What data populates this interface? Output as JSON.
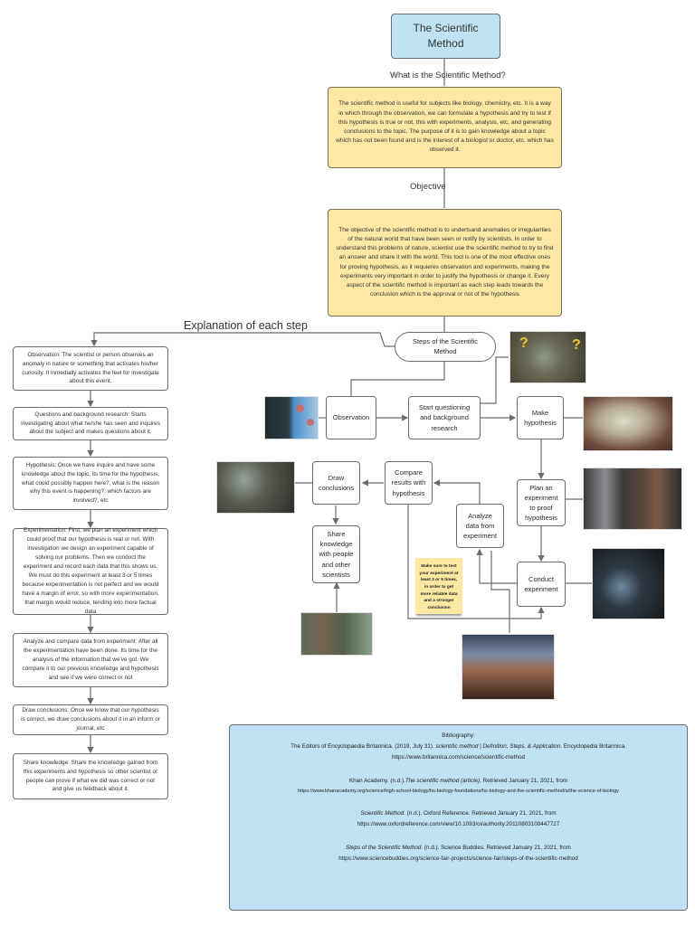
{
  "title": "The Scientific Method",
  "labels": {
    "what_is": "What is the Scientific Method?",
    "objective": "Objective",
    "explanation": "Explanation of each step"
  },
  "definition_text": "The scientific method is useful for subjects like biology, chemistry, etc. It is a way in which through the observation, we can formulate a hypothesis and try to test if this hypothesis is true or not, this with experiments, analysis, etc, and generating conclusions to the topic. The purpose of it is to gain knowledge about a topic which has not been found and is the interest of a biologist or doctor, etc. which has observed it.",
  "objective_text": "The objective of the scientific method is to undertsand anomalies or irregularities of the natural world that have been seen or notify by scientists. In order to understand this problems of nature, scientist use the scientific method to try to find an answer and share it with the world. This tool is one of the most effective ones for proving hypothesis, as it requieres observation and experiments, making the experiments very important in order to justify the hypothesis or change it. Every aspect of the scientific method is important as each step leads towards the conclusion which is the approval or not of the hypothesis",
  "steps_node": "Steps of the Scientific Method",
  "explanations": [
    "Observation: The scientist or person observes an anomaly in nature or something that activates his/her curiosity. It inmedially activates the feel for investigate about this event.",
    "Questions and background research: Starts investigating about what he/she has seen and inquires about the subject and makes questions about it.",
    "Hypothesis: Once we have inquire and have some knowledge about the topic, its time for the hypothesis, what could possibly happen here?, what is the reason why this event is happening?, which factors are involved?, etc",
    "Experimentation: First, we plan an experiment which could proof that our hypothesis is real or not. With investigation we design an experiment capable of solving our problems. Then we conduct the experiment and record each data that this shows us. We must do this experiment at least 3 or 5 times because experimentation is not perfect and we would have a margin of error, so with more experimentation, that margin would reduce, tending into more factual data",
    "Analyze and compare data from experiment: After all the experimentation have been done. Its time for the analysis of the information that we've got. We compare it to our previous knowledge and hypothesis and see if we were correct or not",
    "Draw conclusions: Once we know that our hypothesis is correct, we draw conclusions about it in an inform or journal, etc",
    "Share knowledge: Share the knowledge gained from this experiments and hypothesis so other scientist or people can prove if what we did was correct or not and give us feedback about it."
  ],
  "flow": {
    "observation": "Observation",
    "questioning": "Start questioning and background research",
    "hypothesis": "Make hypothesis",
    "plan": "Plan an experiment to proof hypothesis",
    "conduct": "Conduct experiment",
    "analyze": "Analyze data from experiment",
    "compare": "Compare results with hypothesis",
    "conclusions": "Draw conclusions",
    "share": "Share knowledge with people and other scientists"
  },
  "note": "Make sure to test your experiment at least 3 or 5 times, in order to get more reliable data and a stronger conclusion",
  "images": {
    "observation": "baby-yoda-observing-image",
    "questioning": "baby-yoda-question-marks-image",
    "hypothesis": "baby-yoda-sleeping-image",
    "plan": "mandalorian-image",
    "conduct": "baby-yoda-cockpit-image",
    "analyze": "briefing-room-image",
    "conclusions": "baby-yoda-smiling-image",
    "share": "forest-scene-image"
  },
  "bibliography": {
    "heading": "Bibliography:",
    "entries": [
      {
        "line1_pre": "The Editors of Encyclopaedia Britannica. (2019, July 31). ",
        "line1_italic": "scientific method | Definition, Steps, & Application",
        "line1_post": ". Encyclopedia Britannica.",
        "line2": "https://www.britannica.com/science/scientific-method"
      },
      {
        "line1_pre": "Khan Academy. (n.d.).",
        "line1_italic": "The scientific method (article)",
        "line1_post": ". Retrieved January 21, 2021, from",
        "line2": "https://www.khanacademy.org/science/high-school-biology/hs-biology-foundations/hs-biology-and-the-scientific-method/a/the-science-of-biology"
      },
      {
        "line1_pre": "",
        "line1_italic": "Scientific Method",
        "line1_post": ". (n.d.). Oxford Reference. Retrieved January 21, 2021, from",
        "line2": "https://www.oxfordreference.com/view/10.1093/oi/authority.20110803100447727"
      },
      {
        "line1_pre": "",
        "line1_italic": "Steps of the Scientific Method",
        "line1_post": ". (n.d.). Science Buddies. Retrieved January 21, 2021, from",
        "line2": "https://www.sciencebuddies.org/science-fair-projects/science-fair/steps-of-the-scientific-method"
      }
    ]
  },
  "colors": {
    "title_fill": "#bfe2f5",
    "yellow_fill": "#fde8a6",
    "line": "#6b6b6b"
  }
}
